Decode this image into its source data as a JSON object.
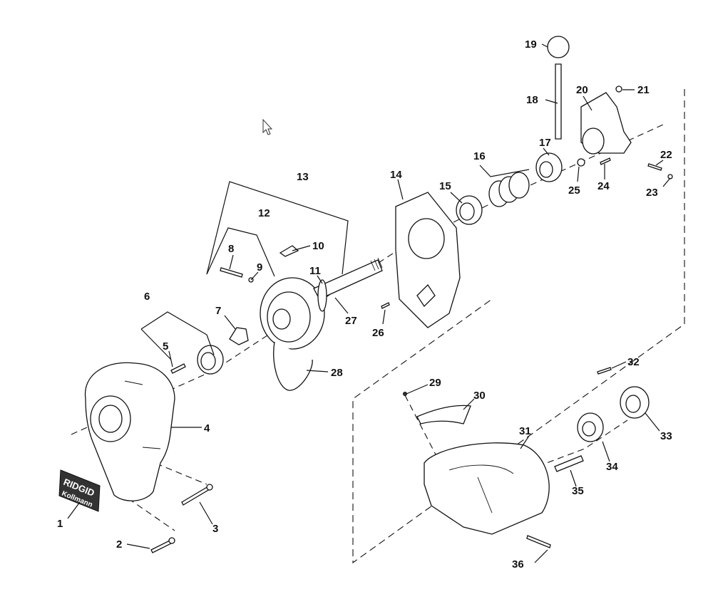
{
  "callouts": [
    "1",
    "2",
    "3",
    "4",
    "5",
    "6",
    "7",
    "8",
    "9",
    "10",
    "11",
    "12",
    "13",
    "14",
    "15",
    "16",
    "17",
    "18",
    "19",
    "20",
    "21",
    "22",
    "23",
    "24",
    "25",
    "26",
    "27",
    "28",
    "29",
    "30",
    "31",
    "32",
    "33",
    "34",
    "35",
    "36"
  ],
  "logo": {
    "line1": "RIDGID",
    "line2": "Kollmann"
  }
}
